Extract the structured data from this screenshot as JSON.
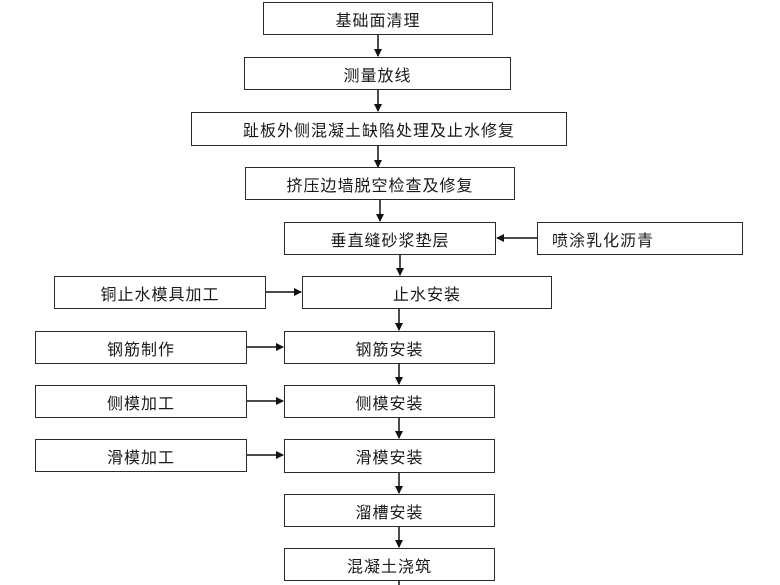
{
  "diagram": {
    "type": "flowchart",
    "main_steps": [
      "基础面清理",
      "测量放线",
      "趾板外侧混凝土缺陷处理及止水修复",
      "挤压边墙脱空检查及修复",
      "垂直缝砂浆垫层",
      "止水安装",
      "钢筋安装",
      "侧模安装",
      "滑模安装",
      "溜槽安装",
      "混凝土浇筑"
    ],
    "side_inputs": [
      {
        "label": "喷涂乳化沥青",
        "feeds": "垂直缝砂浆垫层",
        "side": "right"
      },
      {
        "label": "铜止水模具加工",
        "feeds": "止水安装",
        "side": "left"
      },
      {
        "label": "钢筋制作",
        "feeds": "钢筋安装",
        "side": "left"
      },
      {
        "label": "侧模加工",
        "feeds": "侧模安装",
        "side": "left"
      },
      {
        "label": "滑模加工",
        "feeds": "滑模安装",
        "side": "left"
      }
    ]
  }
}
